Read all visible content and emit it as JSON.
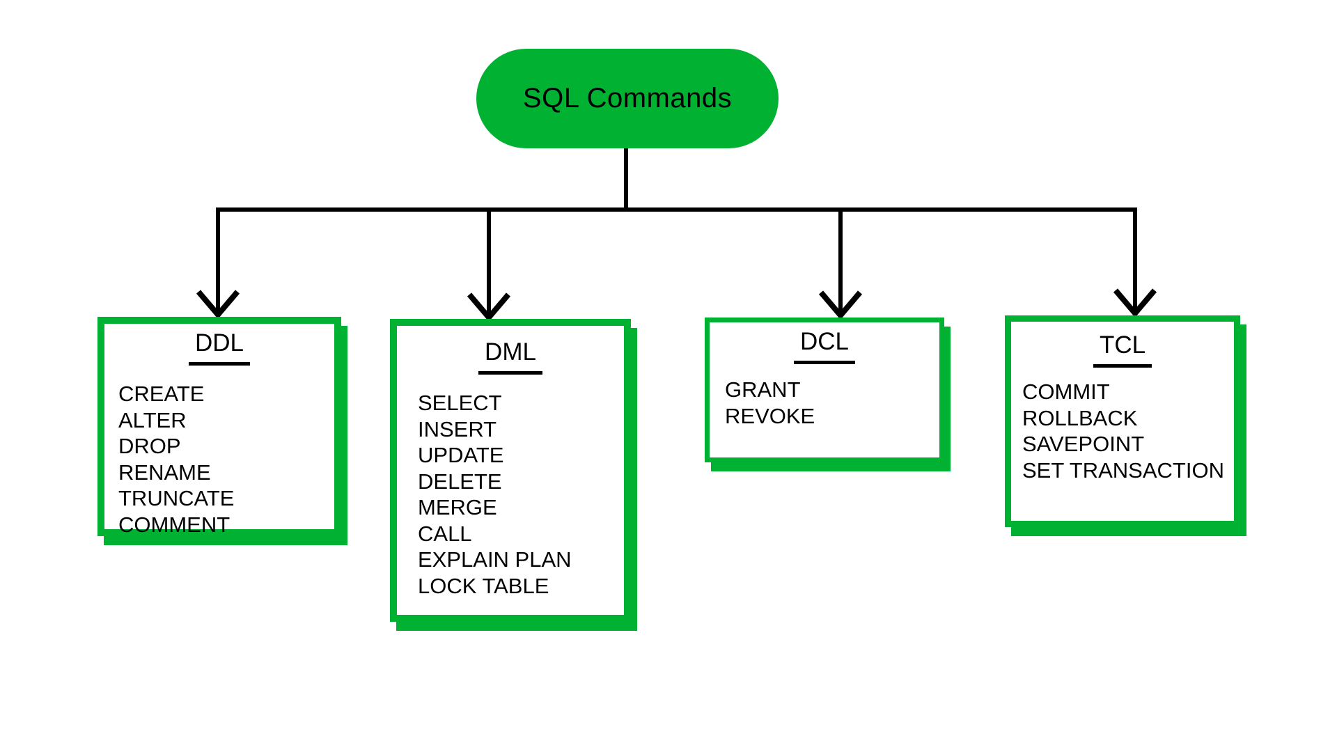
{
  "colors": {
    "accent_green": "#00B132",
    "connector_black": "#000000",
    "text_black": "#000000",
    "background": "#FFFFFF"
  },
  "root_node": {
    "label": "SQL Commands"
  },
  "boxes": [
    {
      "id": "ddl",
      "title": "DDL",
      "items": [
        "CREATE",
        "ALTER",
        "DROP",
        "RENAME",
        "TRUNCATE",
        "COMMENT"
      ]
    },
    {
      "id": "dml",
      "title": "DML",
      "items": [
        "SELECT",
        "INSERT",
        "UPDATE",
        "DELETE",
        "MERGE",
        "CALL",
        "EXPLAIN PLAN",
        "LOCK TABLE"
      ]
    },
    {
      "id": "dcl",
      "title": "DCL",
      "items": [
        "GRANT",
        "REVOKE"
      ]
    },
    {
      "id": "tcl",
      "title": "TCL",
      "items": [
        "COMMIT",
        "ROLLBACK",
        "SAVEPOINT",
        "SET TRANSACTION"
      ]
    }
  ]
}
